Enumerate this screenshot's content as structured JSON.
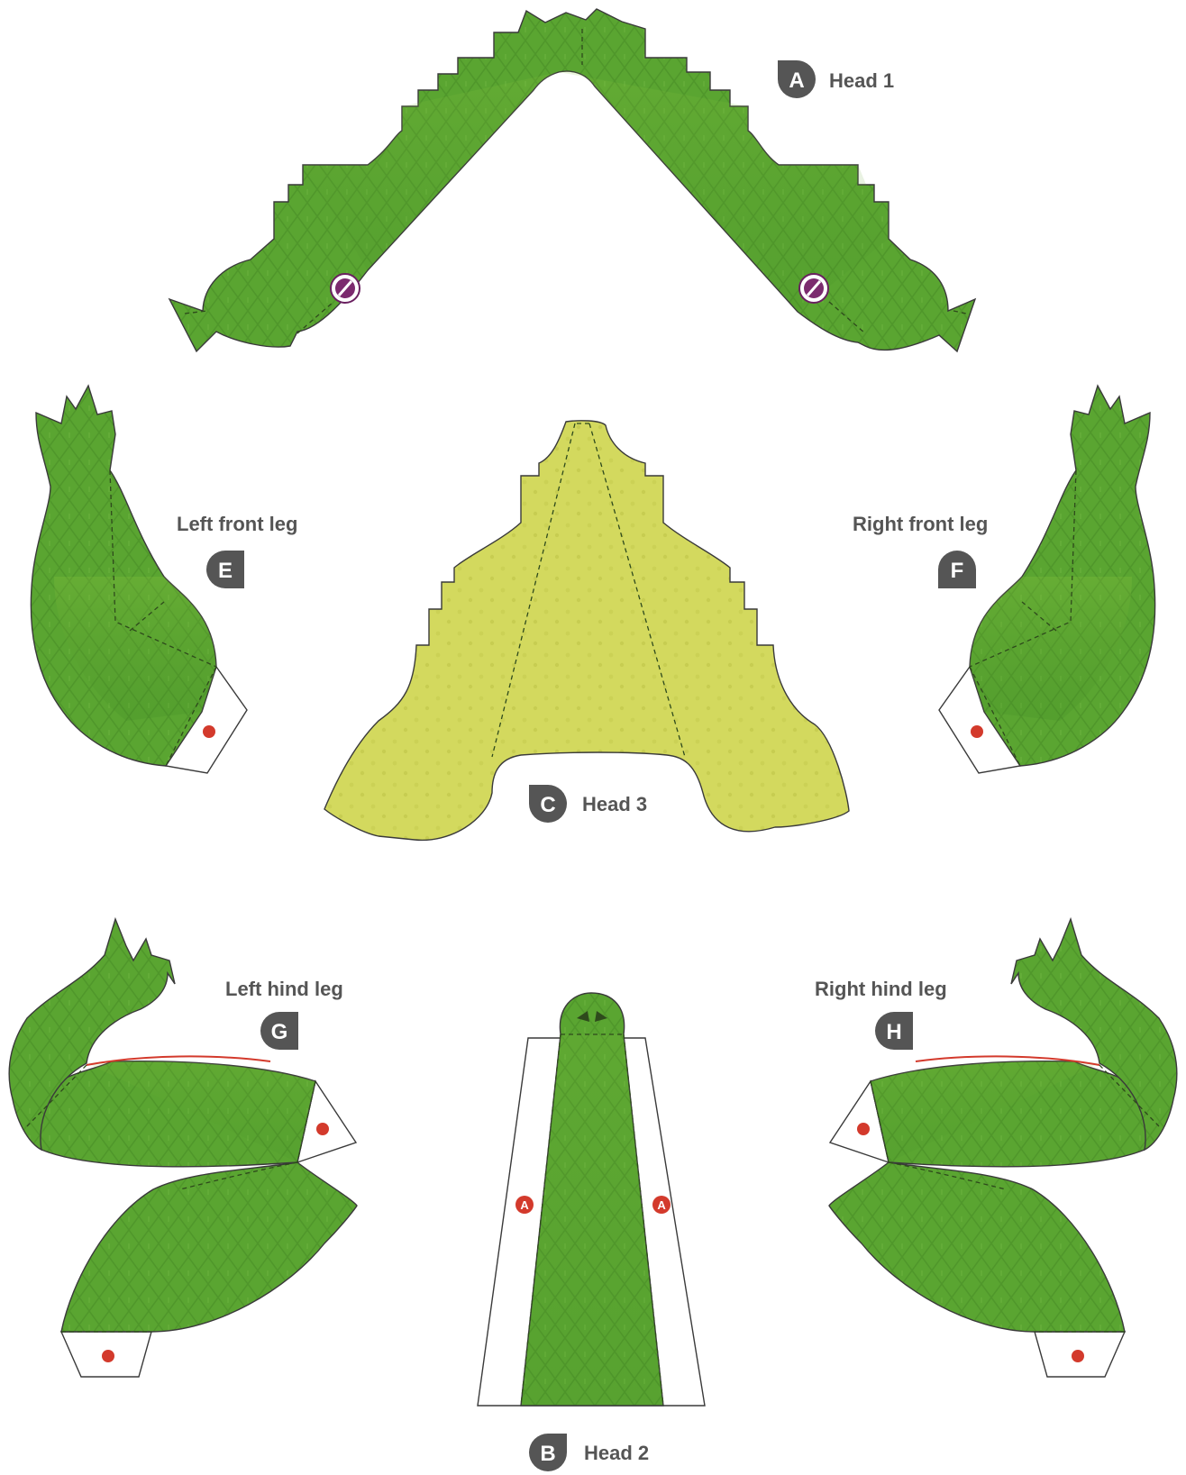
{
  "pieces": [
    {
      "id": "A",
      "label": "Head 1"
    },
    {
      "id": "B",
      "label": "Head 2"
    },
    {
      "id": "C",
      "label": "Head 3"
    },
    {
      "id": "E",
      "label": "Left front leg"
    },
    {
      "id": "F",
      "label": "Right front leg"
    },
    {
      "id": "G",
      "label": "Left hind leg"
    },
    {
      "id": "H",
      "label": "Right hind leg"
    }
  ],
  "glue_marks": {
    "letter": "A"
  },
  "colors": {
    "skin_green": "#5aa531",
    "belly_yellow": "#cfd65a",
    "badge": "#555555",
    "label_text": "#555555",
    "glue_dot": "#d33a2c",
    "eye": "#7b2a6e",
    "red_fold": "#d33a2c"
  },
  "icons": [
    "badge-icon",
    "eye-icon",
    "glue-dot-icon"
  ]
}
